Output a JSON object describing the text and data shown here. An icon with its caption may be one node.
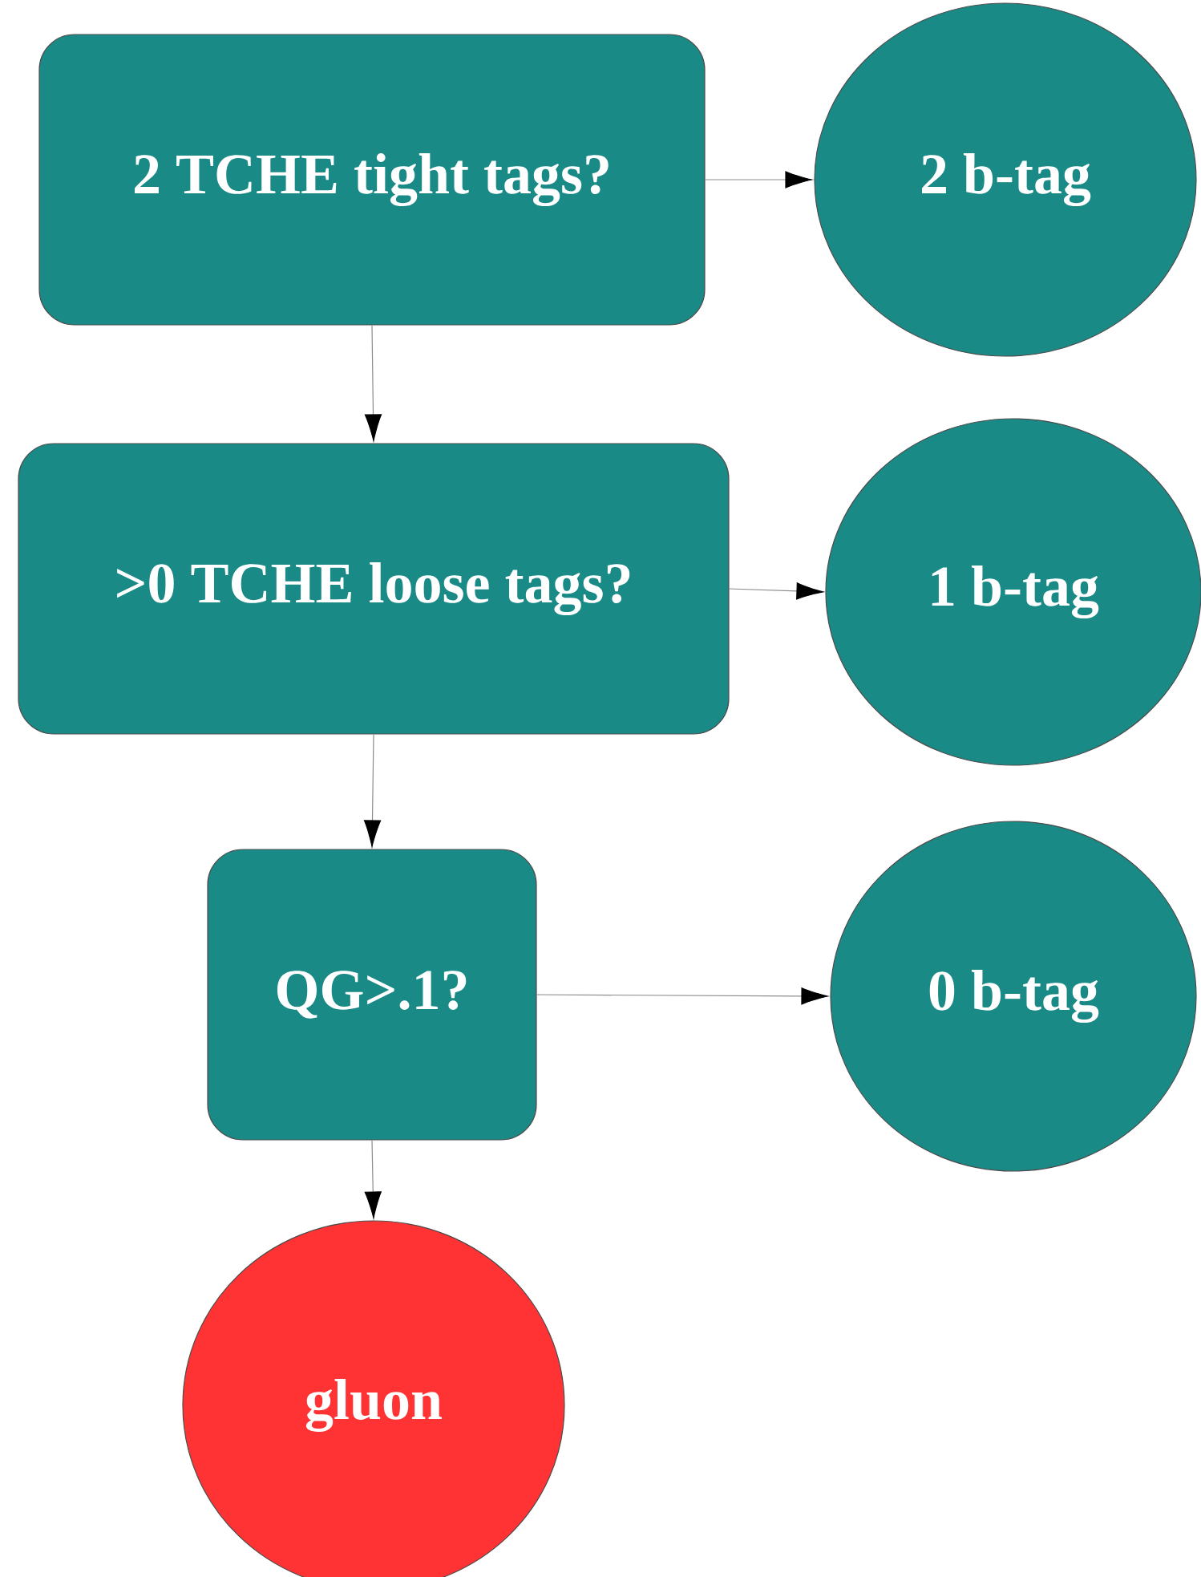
{
  "diagram": {
    "nodes": [
      {
        "text": [
          "2 TCHE tight tags?"
        ]
      },
      {
        "text": [
          "2 b-tag"
        ]
      },
      {
        "text": [
          ">0 TCHE loose tags?"
        ]
      },
      {
        "text": [
          "1 b-tag"
        ]
      },
      {
        "text": [
          "QG>.1?"
        ]
      },
      {
        "text": [
          "0 b-tag"
        ]
      },
      {
        "text": [
          "gluon"
        ]
      }
    ],
    "edges": [
      {
        "from": 0,
        "to": 1,
        "arrow": "to"
      },
      {
        "from": 0,
        "to": 2,
        "arrow": "to"
      },
      {
        "from": 2,
        "to": 3,
        "arrow": "to"
      },
      {
        "from": 2,
        "to": 4,
        "arrow": "to"
      },
      {
        "from": 4,
        "to": 5,
        "arrow": "to"
      },
      {
        "from": 4,
        "to": 6,
        "arrow": "to"
      }
    ]
  }
}
